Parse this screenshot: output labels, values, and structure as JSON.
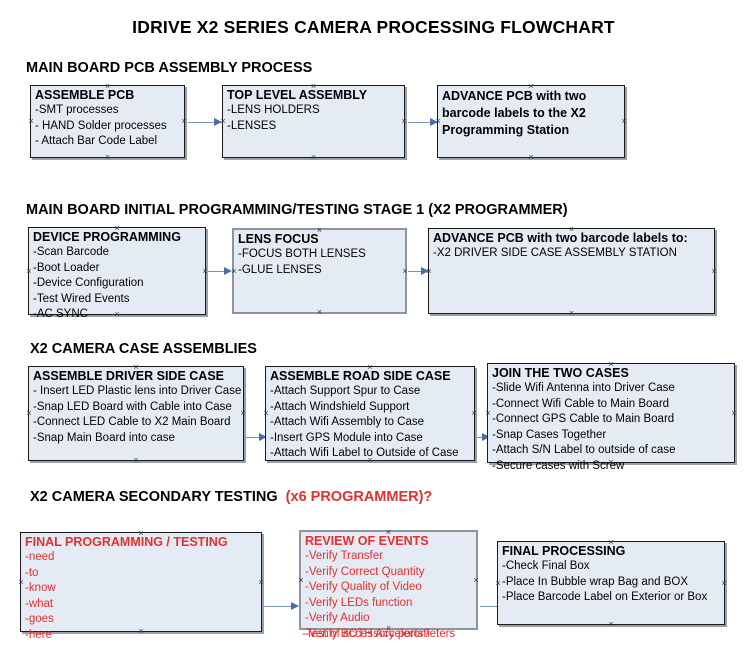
{
  "document": {
    "title": "IDRIVE X2  SERIES CAMERA PROCESSING FLOWCHART"
  },
  "sections": [
    {
      "id": "main-board-pcb-assembly-process",
      "heading": "MAIN BOARD PCB ASSEMBLY PROCESS",
      "heading_accent": ""
    },
    {
      "id": "main-board-initial-programming",
      "heading": "MAIN BOARD INITIAL PROGRAMMING/TESTING STAGE 1 (X2 PROGRAMMER)",
      "heading_accent": ""
    },
    {
      "id": "x2-camera-case-assemblies",
      "heading": "X2 CAMERA CASE ASSEMBLIES",
      "heading_accent": ""
    },
    {
      "id": "x2-camera-secondary-testing",
      "heading": "X2 CAMERA SECONDARY TESTING",
      "heading_accent": "(x6 PROGRAMMER)?"
    }
  ],
  "boxes": [
    {
      "id": "assemble-pcb",
      "title": "ASSEMBLE PCB",
      "lines": [
        "-SMT processes",
        "- HAND Solder processes",
        "- Attach Bar Code Label"
      ]
    },
    {
      "id": "top-level-assembly",
      "title": "TOP LEVEL ASSEMBLY",
      "lines": [
        "-LENS HOLDERS",
        "-LENSES"
      ]
    },
    {
      "id": "advance-pcb-programming-station",
      "title": "ADVANCE PCB with two barcode labels to the  X2 Programming Station",
      "lines": []
    },
    {
      "id": "device-programming",
      "title": "DEVICE PROGRAMMING",
      "lines": [
        "-Scan Barcode",
        "-Boot Loader",
        "-Device Configuration",
        "-Test Wired Events",
        "-AC SYNC"
      ]
    },
    {
      "id": "lens-focus",
      "title": "LENS FOCUS",
      "lines": [
        "-FOCUS BOTH LENSES",
        "-GLUE LENSES"
      ]
    },
    {
      "id": "advance-pcb-driver-side-case",
      "title": "ADVANCE PCB with two barcode labels to:",
      "lines": [
        "-X2 DRIVER  SIDE  CASE  ASSEMBLY STATION"
      ]
    },
    {
      "id": "assemble-driver-side-case",
      "title": "ASSEMBLE DRIVER SIDE CASE",
      "lines": [
        "- Insert LED Plastic lens into Driver Case",
        "-Snap LED Board with Cable into Case",
        "-Connect LED Cable to X2 Main Board",
        "-Snap Main Board into case"
      ]
    },
    {
      "id": "assemble-road-side-case",
      "title": "ASSEMBLE ROAD SIDE CASE",
      "lines": [
        "-Attach Support Spur to Case",
        "-Attach Windshield Support",
        "-Attach Wifi Assembly to Case",
        "-Insert GPS Module into Case",
        "-Attach Wifi Label to Outside of Case"
      ]
    },
    {
      "id": "join-the-two-cases",
      "title": "JOIN THE TWO CASES",
      "lines": [
        "-Slide Wifi Antenna into Driver Case",
        "-Connect Wifi Cable to Main Board",
        "-Connect GPS Cable to Main Board",
        "-Snap Cases Together",
        "-Attach S/N Label to outside of case",
        "-Secure cases with Screw"
      ]
    },
    {
      "id": "final-programming-testing",
      "title": "FINAL PROGRAMMING / TESTING",
      "lines": [
        "-need",
        "-to",
        "-know",
        "-what",
        "-goes",
        "-here"
      ]
    },
    {
      "id": "review-of-events",
      "title": "REVIEW OF EVENTS",
      "lines": [
        "-Verify Transfer",
        "-Verify Correct Quantity",
        "-Verify Quality of Video",
        "-Verify LEDs function",
        "-Verify Audio",
        "-Verify BOTH Accelerometers"
      ],
      "overflow_line": "-Test of accessory ports?"
    },
    {
      "id": "final-processing",
      "title": "FINAL PROCESSING",
      "lines": [
        " -Check Final Box",
        "-Place In Bubble wrap Bag and BOX",
        "-Place Barcode Label on Exterior or Box"
      ]
    }
  ],
  "colors": {
    "box_fill": "#e5ebf5",
    "box_border": "#1b1b1b",
    "box_border_selected": "#8e949c",
    "connector": "#7c93ad",
    "arrowhead": "#4a6fa5",
    "text": "#000000",
    "accent_red": "#e03131"
  }
}
